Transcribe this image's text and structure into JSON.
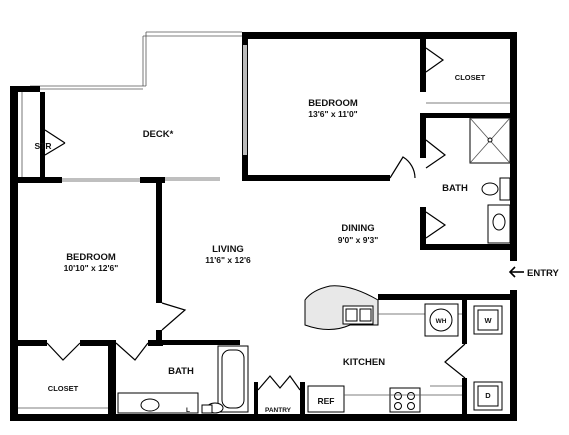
{
  "rooms": {
    "bedroom_1": {
      "name": "BEDROOM",
      "size": "13'6\" x 11'0\""
    },
    "bedroom_2": {
      "name": "BEDROOM",
      "size": "10'10\" x 12'6\""
    },
    "living": {
      "name": "LIVING",
      "size": "11'6\" x 12'6"
    },
    "dining": {
      "name": "DINING",
      "size": "9'0\" x 9'3\""
    },
    "deck": {
      "name": "DECK*"
    },
    "kitchen": {
      "name": "KITCHEN"
    },
    "bath_1": {
      "name": "BATH"
    },
    "bath_2": {
      "name": "BATH"
    },
    "closet_1": {
      "name": "CLOSET"
    },
    "closet_2": {
      "name": "CLOSET"
    },
    "storage": {
      "name": "STR"
    },
    "pantry": {
      "name": "PANTRY"
    }
  },
  "fixtures": {
    "refrigerator": "REF",
    "water_heater": "WH",
    "washer": "W",
    "dryer": "D",
    "linen": "L"
  },
  "entry": {
    "label": "ENTRY",
    "icon": "arrow-left-icon"
  }
}
